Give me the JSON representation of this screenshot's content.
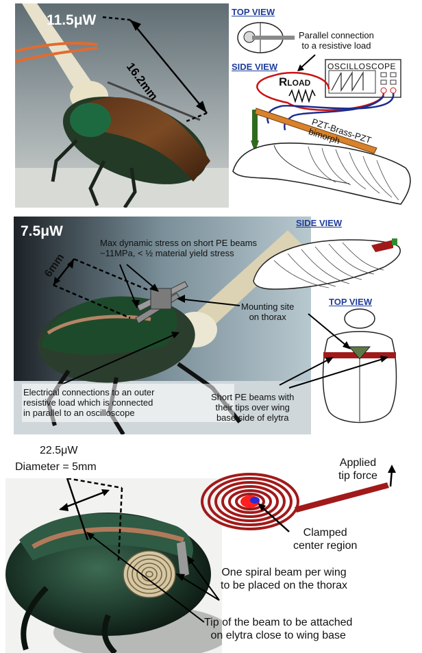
{
  "panel1": {
    "power": "11.5μW",
    "length": "16.2mm",
    "top_view": "TOP VIEW",
    "side_view": "SIDE VIEW",
    "parallel_line1": "Parallel connection",
    "parallel_line2": "to a resistive load",
    "oscilloscope": "OSCILLOSCOPE",
    "rload_r": "R",
    "rload_sub": "LOAD",
    "pzt_line1": "PZT-Brass-PZT",
    "pzt_line2": "bimorph"
  },
  "panel2": {
    "power": "7.5μW",
    "width": "6mm",
    "stress_line1": "Max dynamic stress on short PE beams",
    "stress_line2": "~11MPa, < ½ material yield stress",
    "mount_line1": "Mounting site",
    "mount_line2": "on thorax",
    "elec_line1": "Electrical connections to an outer",
    "elec_line2": "resistive load which is connected",
    "elec_line3": "in parallel to an oscilloscope",
    "side_view": "SIDE VIEW",
    "top_view": "TOP VIEW",
    "beams_line1": "Short PE beams with",
    "beams_line2": "their tips over wing",
    "beams_line3": "base side of elytra"
  },
  "panel3": {
    "power": "22.5μW",
    "diameter": "Diameter = 5mm",
    "applied_line1": "Applied",
    "applied_line2": "tip force",
    "clamped_line1": "Clamped",
    "clamped_line2": "center region",
    "spiral_line1": "One spiral beam per wing",
    "spiral_line2": "to be placed on the thorax",
    "tip_line1": "Tip of the beam to be attached",
    "tip_line2": "on elytra close to wing base"
  },
  "colors": {
    "view_blue": "#1f3d9a",
    "spiral_red": "#a11a1a",
    "clamp_red": "#ff1f1f",
    "clamp_blue": "#2b2bd6",
    "bimorph_orange": "#d9822b",
    "mount_green": "#2f6b1f"
  },
  "icons": [
    "beetle-photo",
    "beetle-outline",
    "oscilloscope-icon",
    "resistor-icon",
    "spiral-beam"
  ]
}
